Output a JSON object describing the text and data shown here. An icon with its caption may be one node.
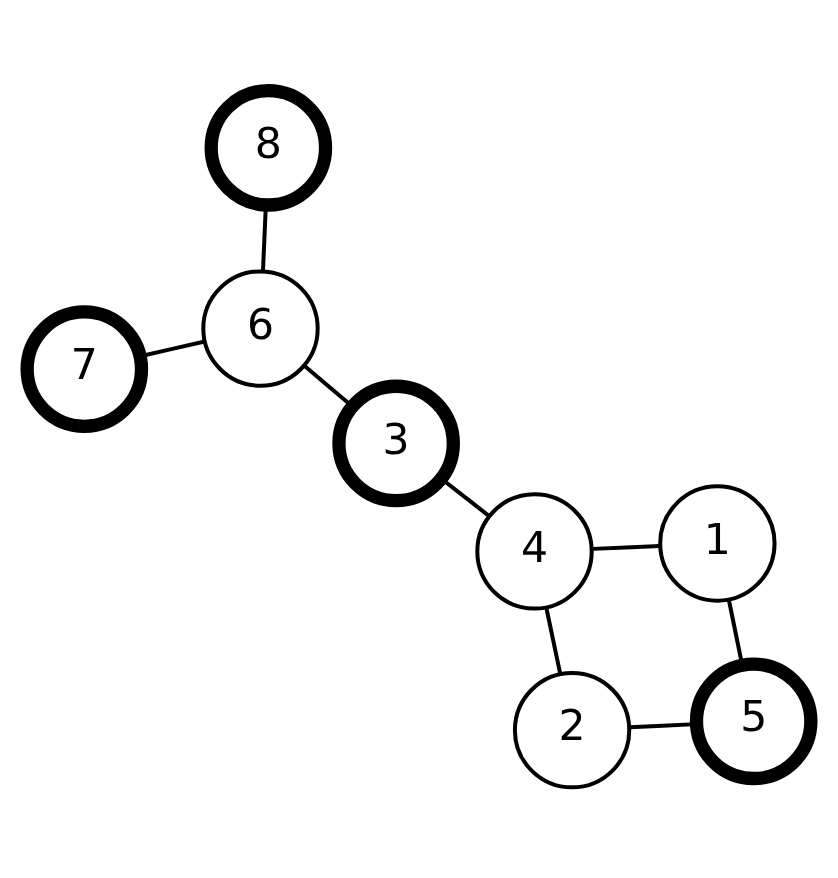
{
  "diagram": {
    "nodes": [
      {
        "text": [
          "5"
        ]
      },
      {
        "text": [
          "2"
        ]
      },
      {
        "text": [
          "1"
        ]
      },
      {
        "text": [
          "4"
        ]
      },
      {
        "text": [
          "3"
        ]
      },
      {
        "text": [
          "6"
        ]
      },
      {
        "text": [
          "8"
        ]
      },
      {
        "text": [
          "7"
        ]
      }
    ],
    "edges": [
      {
        "from": 0,
        "to": 1,
        "arrow": "none"
      },
      {
        "from": 0,
        "to": 2,
        "arrow": "none"
      },
      {
        "from": 2,
        "to": 3,
        "arrow": "none"
      },
      {
        "from": 3,
        "to": 1,
        "arrow": "none"
      },
      {
        "from": 3,
        "to": 4,
        "arrow": "none"
      },
      {
        "from": 4,
        "to": 5,
        "arrow": "none"
      },
      {
        "from": 5,
        "to": 6,
        "arrow": "none"
      },
      {
        "from": 5,
        "to": 7,
        "arrow": "none"
      }
    ]
  }
}
